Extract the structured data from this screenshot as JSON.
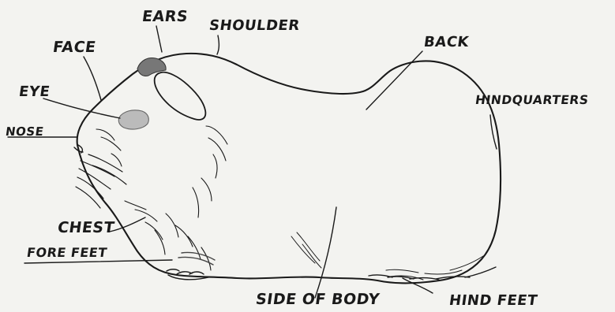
{
  "diagram": {
    "labels": {
      "ears": "EARS",
      "shoulder": "SHOULDER",
      "face": "FACE",
      "back": "BACK",
      "eye": "EYE",
      "hindquarters": "HINDQUARTERS",
      "nose": "NOSE",
      "chest": "CHEST",
      "fore_feet": "FORE FEET",
      "side_of_body": "SIDE OF BODY",
      "hind_feet": "HIND FEET"
    }
  },
  "colors": {
    "background": "#f3f3f0",
    "ink": "#1a1a1a",
    "shade": "#777777"
  }
}
